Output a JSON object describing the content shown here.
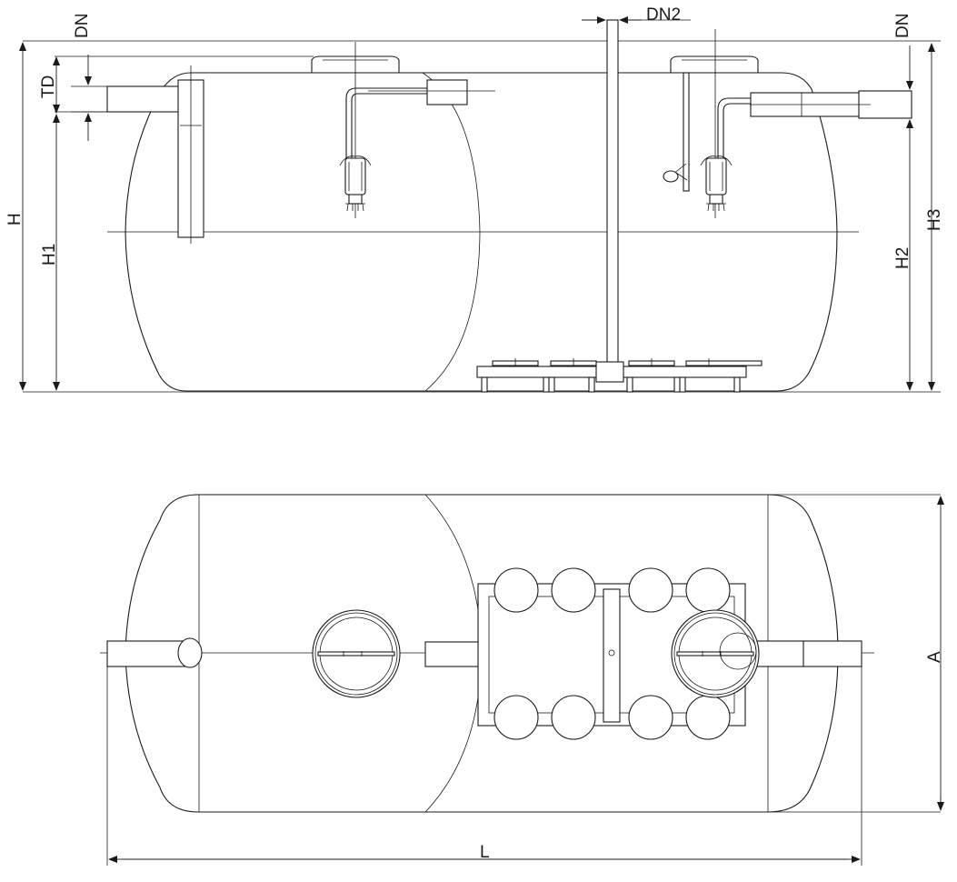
{
  "labels": {
    "dn_left": "DN",
    "dn_right": "DN",
    "dn2": "DN2",
    "td": "TD",
    "h": "H",
    "h1": "H1",
    "h2": "H2",
    "h3": "H3",
    "a": "A",
    "l": "L"
  }
}
